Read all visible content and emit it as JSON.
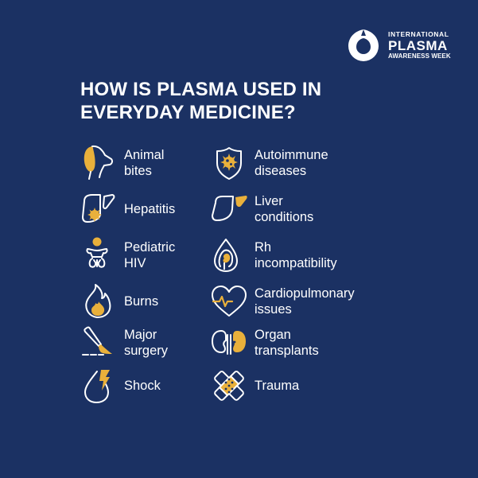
{
  "colors": {
    "background": "#1b3163",
    "accent": "#e9b03b",
    "text": "#ffffff"
  },
  "logo": {
    "line1": "INTERNATIONAL",
    "line2": "PLASMA",
    "line3": "AWARENESS WEEK",
    "icon": "plasma-drop-ring-icon"
  },
  "title": {
    "line1": "HOW IS PLASMA USED IN",
    "line2": "EVERYDAY MEDICINE?"
  },
  "items": [
    {
      "line1": "Animal",
      "line2": "bites",
      "icon": "dog-head-icon"
    },
    {
      "line1": "Autoimmune",
      "line2": "diseases",
      "icon": "shield-virus-icon"
    },
    {
      "line1": "Hepatitis",
      "line2": "",
      "icon": "liver-virus-icon"
    },
    {
      "line1": "Liver",
      "line2": "conditions",
      "icon": "liver-icon"
    },
    {
      "line1": "Pediatric",
      "line2": "HIV",
      "icon": "baby-icon"
    },
    {
      "line1": "Rh",
      "line2": "incompatibility",
      "icon": "drop-fetus-icon"
    },
    {
      "line1": "Burns",
      "line2": "",
      "icon": "flame-icon"
    },
    {
      "line1": "Cardiopulmonary",
      "line2": "issues",
      "icon": "heart-pulse-icon"
    },
    {
      "line1": "Major",
      "line2": "surgery",
      "icon": "scalpel-icon"
    },
    {
      "line1": "Organ",
      "line2": "transplants",
      "icon": "kidney-icon"
    },
    {
      "line1": "Shock",
      "line2": "",
      "icon": "drop-lightning-icon"
    },
    {
      "line1": "Trauma",
      "line2": "",
      "icon": "bandage-icon"
    }
  ]
}
